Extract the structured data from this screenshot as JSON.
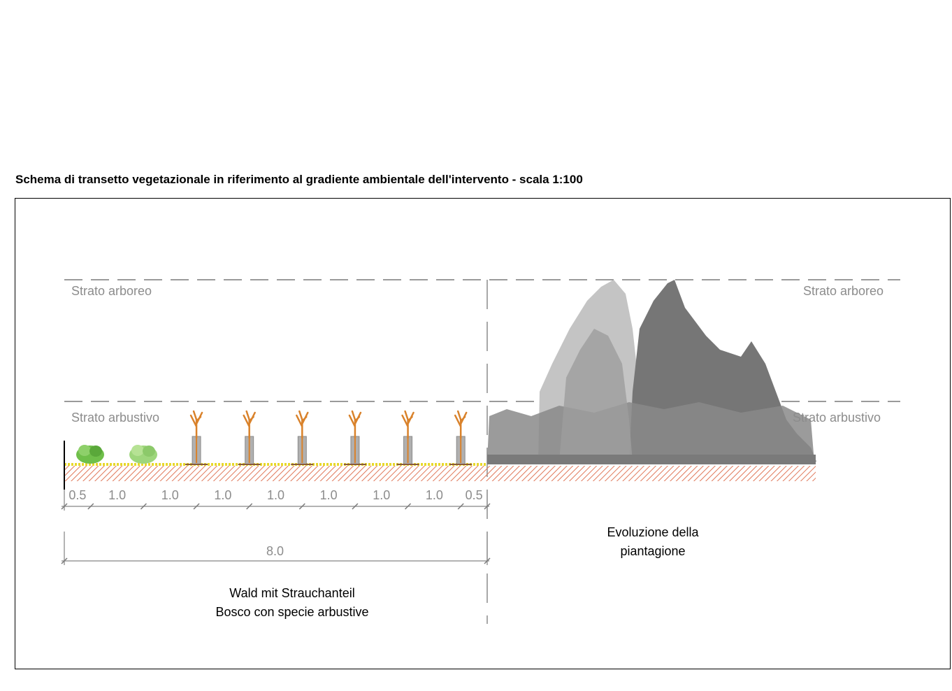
{
  "title": "Schema di transetto vegetazionale in riferimento al gradiente ambientale dell'intervento - scala 1:100",
  "layers": {
    "tree_left": "Strato arboreo",
    "tree_right": "Strato arboreo",
    "shrub_left": "Strato arbustivo",
    "shrub_right": "Strato arbustivo"
  },
  "dimensions": [
    "0.5",
    "1.0",
    "1.0",
    "1.0",
    "1.0",
    "1.0",
    "1.0",
    "1.0",
    "0.5"
  ],
  "total_dimension": "8.0",
  "left_caption": {
    "line1": "Wald mit Strauchanteil",
    "line2": "Bosco con specie arbustive"
  },
  "right_caption": {
    "line1": "Evoluzione della",
    "line2": "piantagione"
  },
  "colors": {
    "ground_hatch": "#e0785a",
    "grass": "#e8d82a",
    "shrub_green": "#6fbf4a",
    "sapling_orange": "#d9822b",
    "tree_dark": "#6e6e6e",
    "tree_light": "#bdbdbd",
    "guide_line": "#9a9a9a"
  }
}
